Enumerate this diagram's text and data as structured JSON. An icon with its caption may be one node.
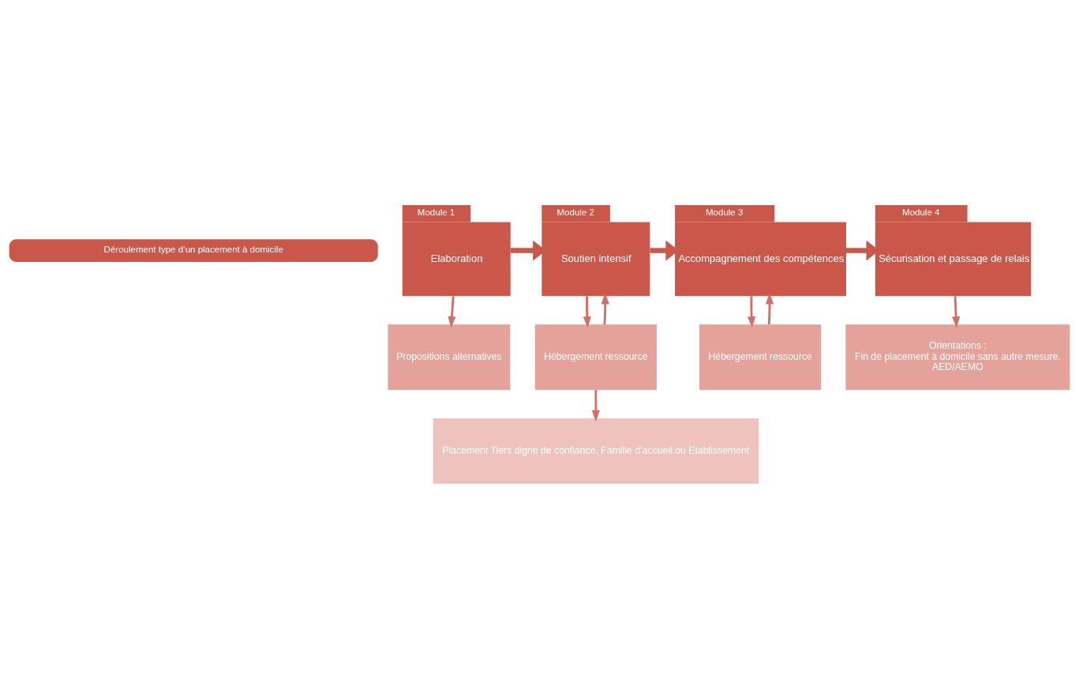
{
  "diagram": {
    "nodes": [
      {
        "text": [
          "Déroulement type d’un placement à domicile"
        ]
      },
      {
        "text": [
          "Module 1",
          "Elaboration"
        ]
      },
      {
        "text": [
          "Module 2",
          "Soutien intensif"
        ]
      },
      {
        "text": [
          "Module 3",
          "Accompagnement des compétences"
        ]
      },
      {
        "text": [
          "Module 4",
          "Sécurisation et passage de relais"
        ]
      },
      {
        "text": [
          "Propositions alternatives"
        ]
      },
      {
        "text": [
          "Hébergement ressource"
        ]
      },
      {
        "text": [
          "Hébergement ressource"
        ]
      },
      {
        "text": [
          "Orientations :",
          "Fin de placement à domicile sans autre mesure.",
          "AED/AEMO"
        ]
      },
      {
        "text": [
          "Placement Tiers digne de confiance, Famille d’accueil ou Etablissement"
        ]
      }
    ],
    "edges": [
      {
        "from": 1,
        "to": 2,
        "arrow": "to",
        "style": "thick"
      },
      {
        "from": 2,
        "to": 3,
        "arrow": "to",
        "style": "thick"
      },
      {
        "from": 3,
        "to": 4,
        "arrow": "to",
        "style": "thick"
      },
      {
        "from": 1,
        "to": 5,
        "arrow": "to"
      },
      {
        "from": 2,
        "to": 6,
        "arrow": "to"
      },
      {
        "from": 6,
        "to": 2,
        "arrow": "to"
      },
      {
        "from": 3,
        "to": 7,
        "arrow": "to"
      },
      {
        "from": 7,
        "to": 3,
        "arrow": "to"
      },
      {
        "from": 4,
        "to": 8,
        "arrow": "to"
      },
      {
        "from": 6,
        "to": 9,
        "arrow": "to"
      }
    ]
  }
}
